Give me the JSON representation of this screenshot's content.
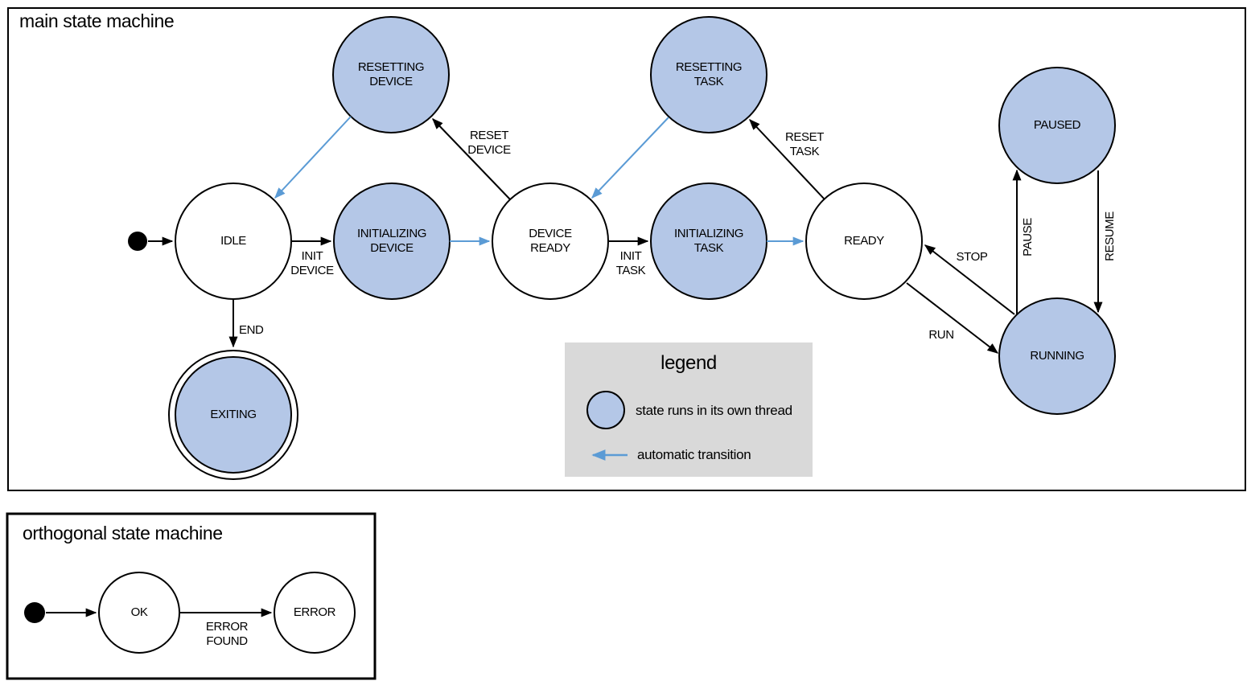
{
  "colors": {
    "threaded_state_fill": "#b4c7e7",
    "auto_transition_blue": "#5b9bd5",
    "legend_bg": "#d9d9d9",
    "line": "#000000"
  },
  "main": {
    "title": "main state machine",
    "states": {
      "resetting_device": "RESETTING\nDEVICE",
      "resetting_task": "RESETTING\nTASK",
      "paused": "PAUSED",
      "idle": "IDLE",
      "initializing_device": "INITIALIZING\nDEVICE",
      "device_ready": "DEVICE\nREADY",
      "initializing_task": "INITIALIZING\nTASK",
      "ready": "READY",
      "running": "RUNNING",
      "exiting": "EXITING"
    },
    "transitions": {
      "init_device": "INIT\nDEVICE",
      "reset_device": "RESET\nDEVICE",
      "init_task": "INIT\nTASK",
      "reset_task": "RESET\nTASK",
      "stop": "STOP",
      "run": "RUN",
      "pause": "PAUSE",
      "resume": "RESUME",
      "end": "END"
    }
  },
  "legend": {
    "title": "legend",
    "threaded_state_label": "state runs in its own thread",
    "auto_transition_label": "automatic transition"
  },
  "orthogonal": {
    "title": "orthogonal state machine",
    "states": {
      "ok": "OK",
      "error": "ERROR"
    },
    "transitions": {
      "error_found": "ERROR\nFOUND"
    }
  }
}
